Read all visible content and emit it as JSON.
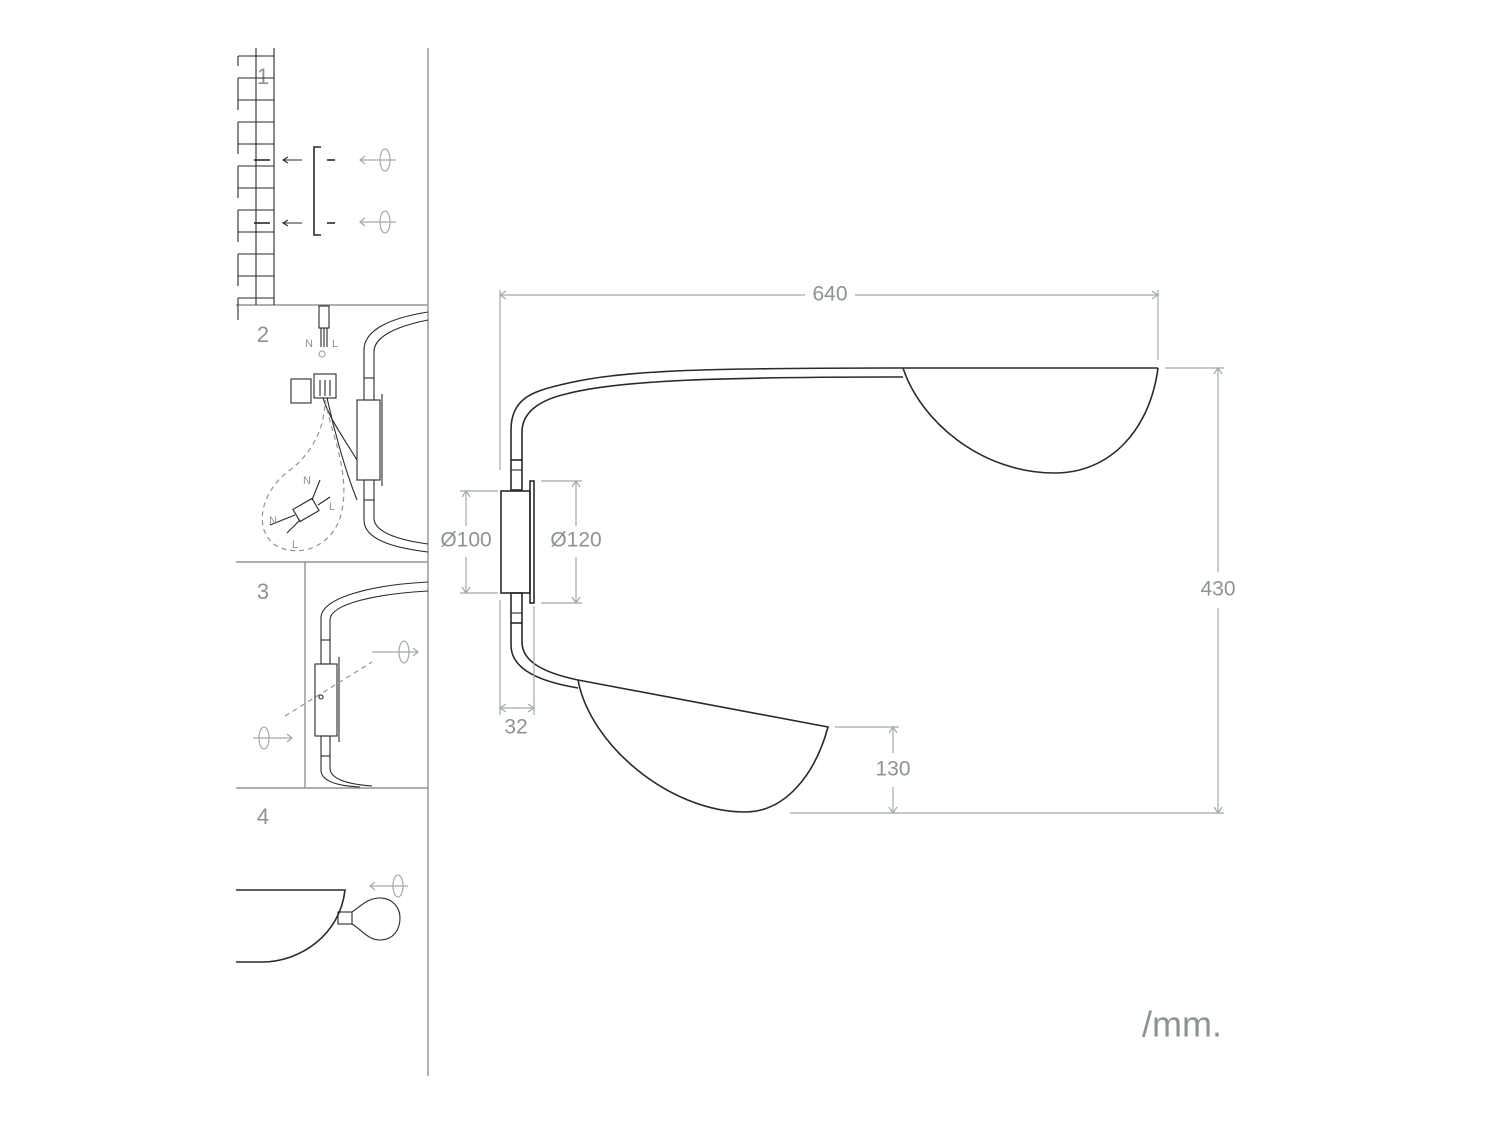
{
  "steps": {
    "s1": "1",
    "s2": "2",
    "s3": "3",
    "s4": "4"
  },
  "wiring": {
    "n_top": "N",
    "l_top": "L",
    "n_loop_top": "N",
    "l_loop_right": "L",
    "n_loop_left": "N",
    "l_loop_bottom": "L"
  },
  "dimensions": {
    "width": "640",
    "height": "430",
    "shade_height": "130",
    "canopy_small": "Ø100",
    "canopy_large": "Ø120",
    "depth": "32"
  },
  "unit": "/mm."
}
